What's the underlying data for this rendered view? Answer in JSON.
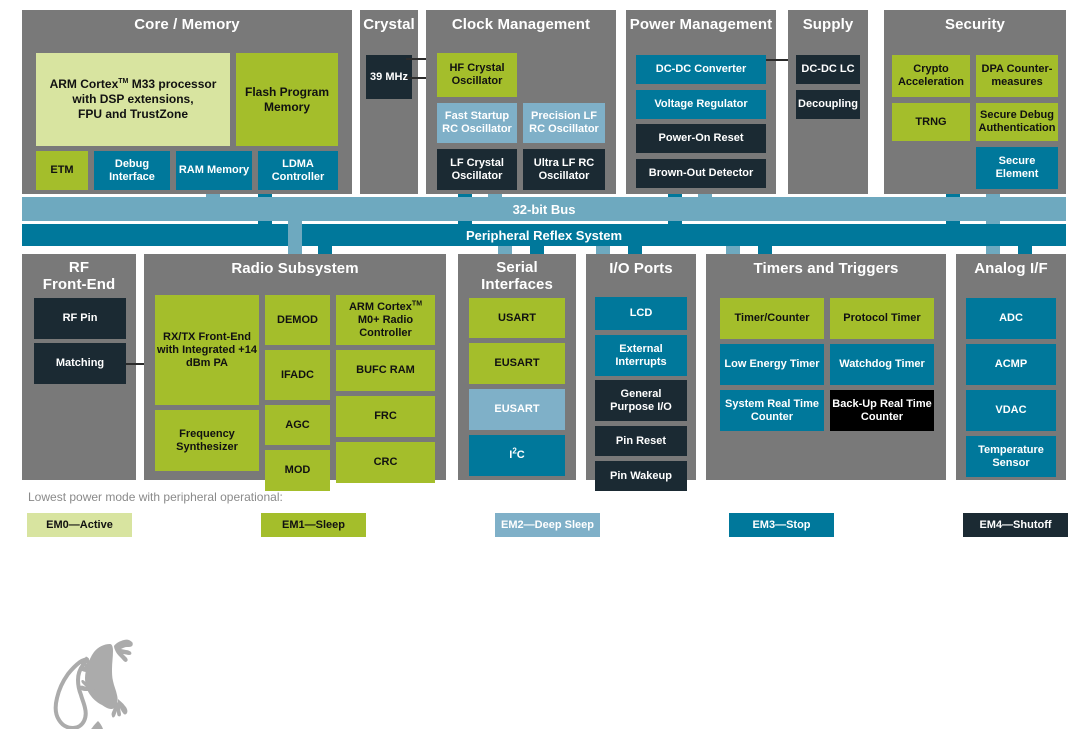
{
  "legend": {
    "note": "Lowest power mode with peripheral operational:",
    "items": [
      {
        "label": "EM0—Active",
        "color": "#d8e4a0"
      },
      {
        "label": "EM1—Sleep",
        "color": "#a4be2b"
      },
      {
        "label": "EM2—Deep Sleep",
        "color": "#7fb0c8"
      },
      {
        "label": "EM3—Stop",
        "color": "#00789b"
      },
      {
        "label": "EM4—Shutoff",
        "color": "#1b2a33"
      }
    ]
  },
  "bus": {
    "bus32_label": "32-bit Bus",
    "prs_label": "Peripheral Reflex System"
  },
  "panels": {
    "core_memory": {
      "title": "Core / Memory",
      "blocks": {
        "cpu_line1": "ARM Cortex",
        "cpu_tm": "TM",
        "cpu_line1b": " M33 processor",
        "cpu_line2": "with DSP extensions,",
        "cpu_line3": "FPU and TrustZone",
        "flash": "Flash Program Memory",
        "etm": "ETM",
        "debug": "Debug Interface",
        "ram": "RAM Memory",
        "ldma": "LDMA Controller"
      }
    },
    "crystal": {
      "title": "Crystal",
      "blocks": {
        "xtal": "39 MHz"
      }
    },
    "clock_management": {
      "title": "Clock Management",
      "blocks": {
        "hf_xtal": "HF Crystal Oscillator",
        "fast_rc": "Fast Startup RC Oscillator",
        "prec_lf_rc": "Precision LF RC Oscillator",
        "lf_xtal": "LF Crystal Oscillator",
        "ulf_rc": "Ultra LF RC Oscillator"
      }
    },
    "power_management": {
      "title": "Power Management",
      "blocks": {
        "dcdc": "DC-DC Converter",
        "vreg": "Voltage Regulator",
        "por": "Power-On Reset",
        "bod": "Brown-Out Detector"
      }
    },
    "supply": {
      "title": "Supply",
      "blocks": {
        "dcdc_lc": "DC-DC LC",
        "decoupling": "Decoupling"
      }
    },
    "security": {
      "title": "Security",
      "blocks": {
        "crypto": "Crypto Acceleration",
        "dpa": "DPA Counter-measures",
        "trng": "TRNG",
        "sda": "Secure Debug Authentication",
        "se": "Secure Element"
      }
    },
    "rf_front_end": {
      "title_line1": "RF",
      "title_line2": "Front-End",
      "blocks": {
        "rf_pin": "RF Pin",
        "matching": "Matching"
      }
    },
    "radio_subsystem": {
      "title": "Radio Subsystem",
      "blocks": {
        "rxtx": "RX/TX Front-End with Integrated +14 dBm PA",
        "freq_synth": "Frequency Synthesizer",
        "demod": "DEMOD",
        "ifadc": "IFADC",
        "agc": "AGC",
        "mod": "MOD",
        "m0_line1": "ARM Cortex",
        "m0_tm": "TM",
        "m0_line2": "M0+ Radio",
        "m0_line3": "Controller",
        "bufc_ram": "BUFC RAM",
        "frc": "FRC",
        "crc": "CRC"
      }
    },
    "serial_interfaces": {
      "title_line1": "Serial",
      "title_line2": "Interfaces",
      "blocks": {
        "usart": "USART",
        "eusart1": "EUSART",
        "eusart2": "EUSART",
        "i2c_a": "I",
        "i2c_sup": "2",
        "i2c_b": "C"
      }
    },
    "io_ports": {
      "title": "I/O Ports",
      "blocks": {
        "lcd": "LCD",
        "ext_int": "External Interrupts",
        "gpio": "General Purpose I/O",
        "pin_reset": "Pin Reset",
        "pin_wakeup": "Pin Wakeup"
      }
    },
    "timers_triggers": {
      "title": "Timers and Triggers",
      "blocks": {
        "timer_counter": "Timer/Counter",
        "protocol_timer": "Protocol Timer",
        "low_energy_timer": "Low Energy Timer",
        "watchdog": "Watchdog Timer",
        "srtc": "System Real Time Counter",
        "burtc": "Back-Up Real Time Counter"
      }
    },
    "analog_if": {
      "title": "Analog I/F",
      "blocks": {
        "adc": "ADC",
        "acmp": "ACMP",
        "vdac": "VDAC",
        "temp": "Temperature Sensor"
      }
    }
  },
  "colors": {
    "panel_gray": "#797979",
    "em0": "#d8e4a0",
    "em1": "#a4be2b",
    "em2": "#7fb0c8",
    "em3": "#00789b",
    "em4": "#1b2a33",
    "em4_black": "#000000",
    "bus_light": "#6ea9bf",
    "bus_dark": "#00789b"
  }
}
